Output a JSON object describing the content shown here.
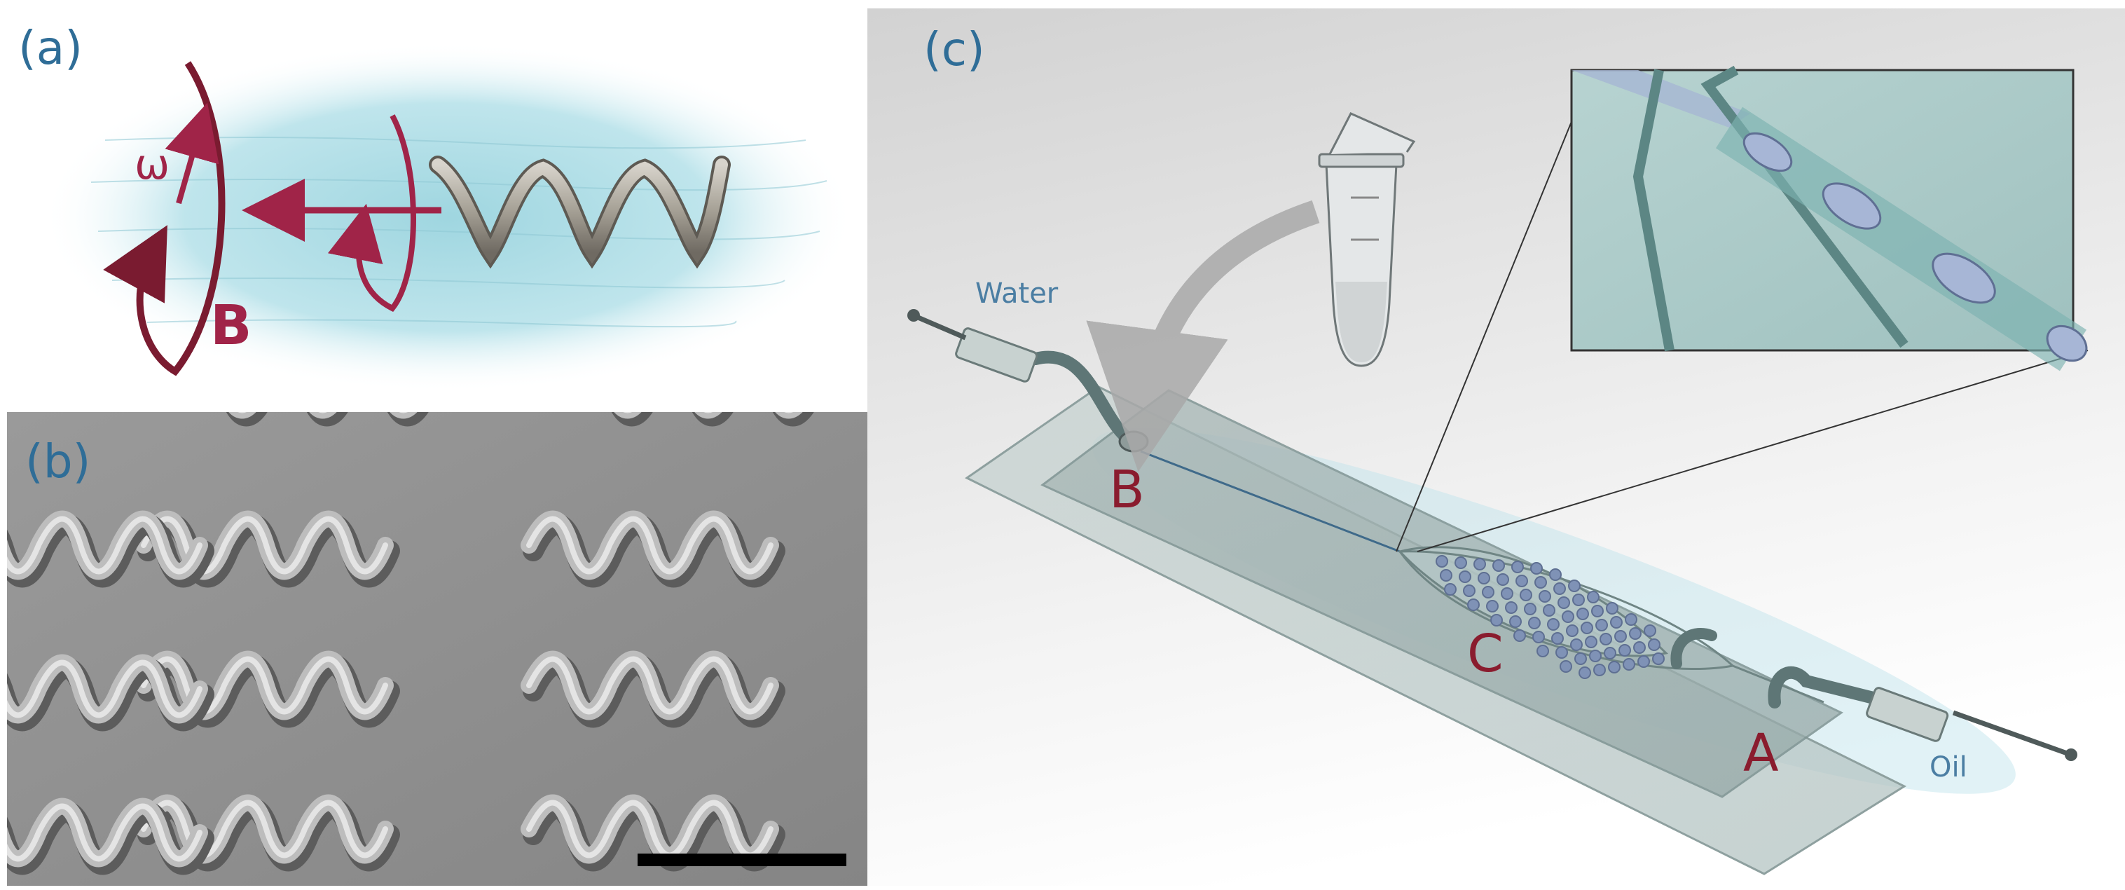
{
  "panels": {
    "a": {
      "label": "(a)",
      "omega_symbol": "ω",
      "field_symbol": "B"
    },
    "b": {
      "label": "(b)"
    },
    "c": {
      "label": "(c)",
      "inlet_water": "Water",
      "inlet_oil": "Oil",
      "marker_a": "A",
      "marker_b": "B",
      "marker_c": "C"
    }
  },
  "colors": {
    "label_blue": "#2f6d97",
    "arrow_crimson": "#a02448",
    "marker_dark_red": "#8a1c2e",
    "water_cyan": "#a9dbe3",
    "sem_gray": "#8f8f8f"
  }
}
